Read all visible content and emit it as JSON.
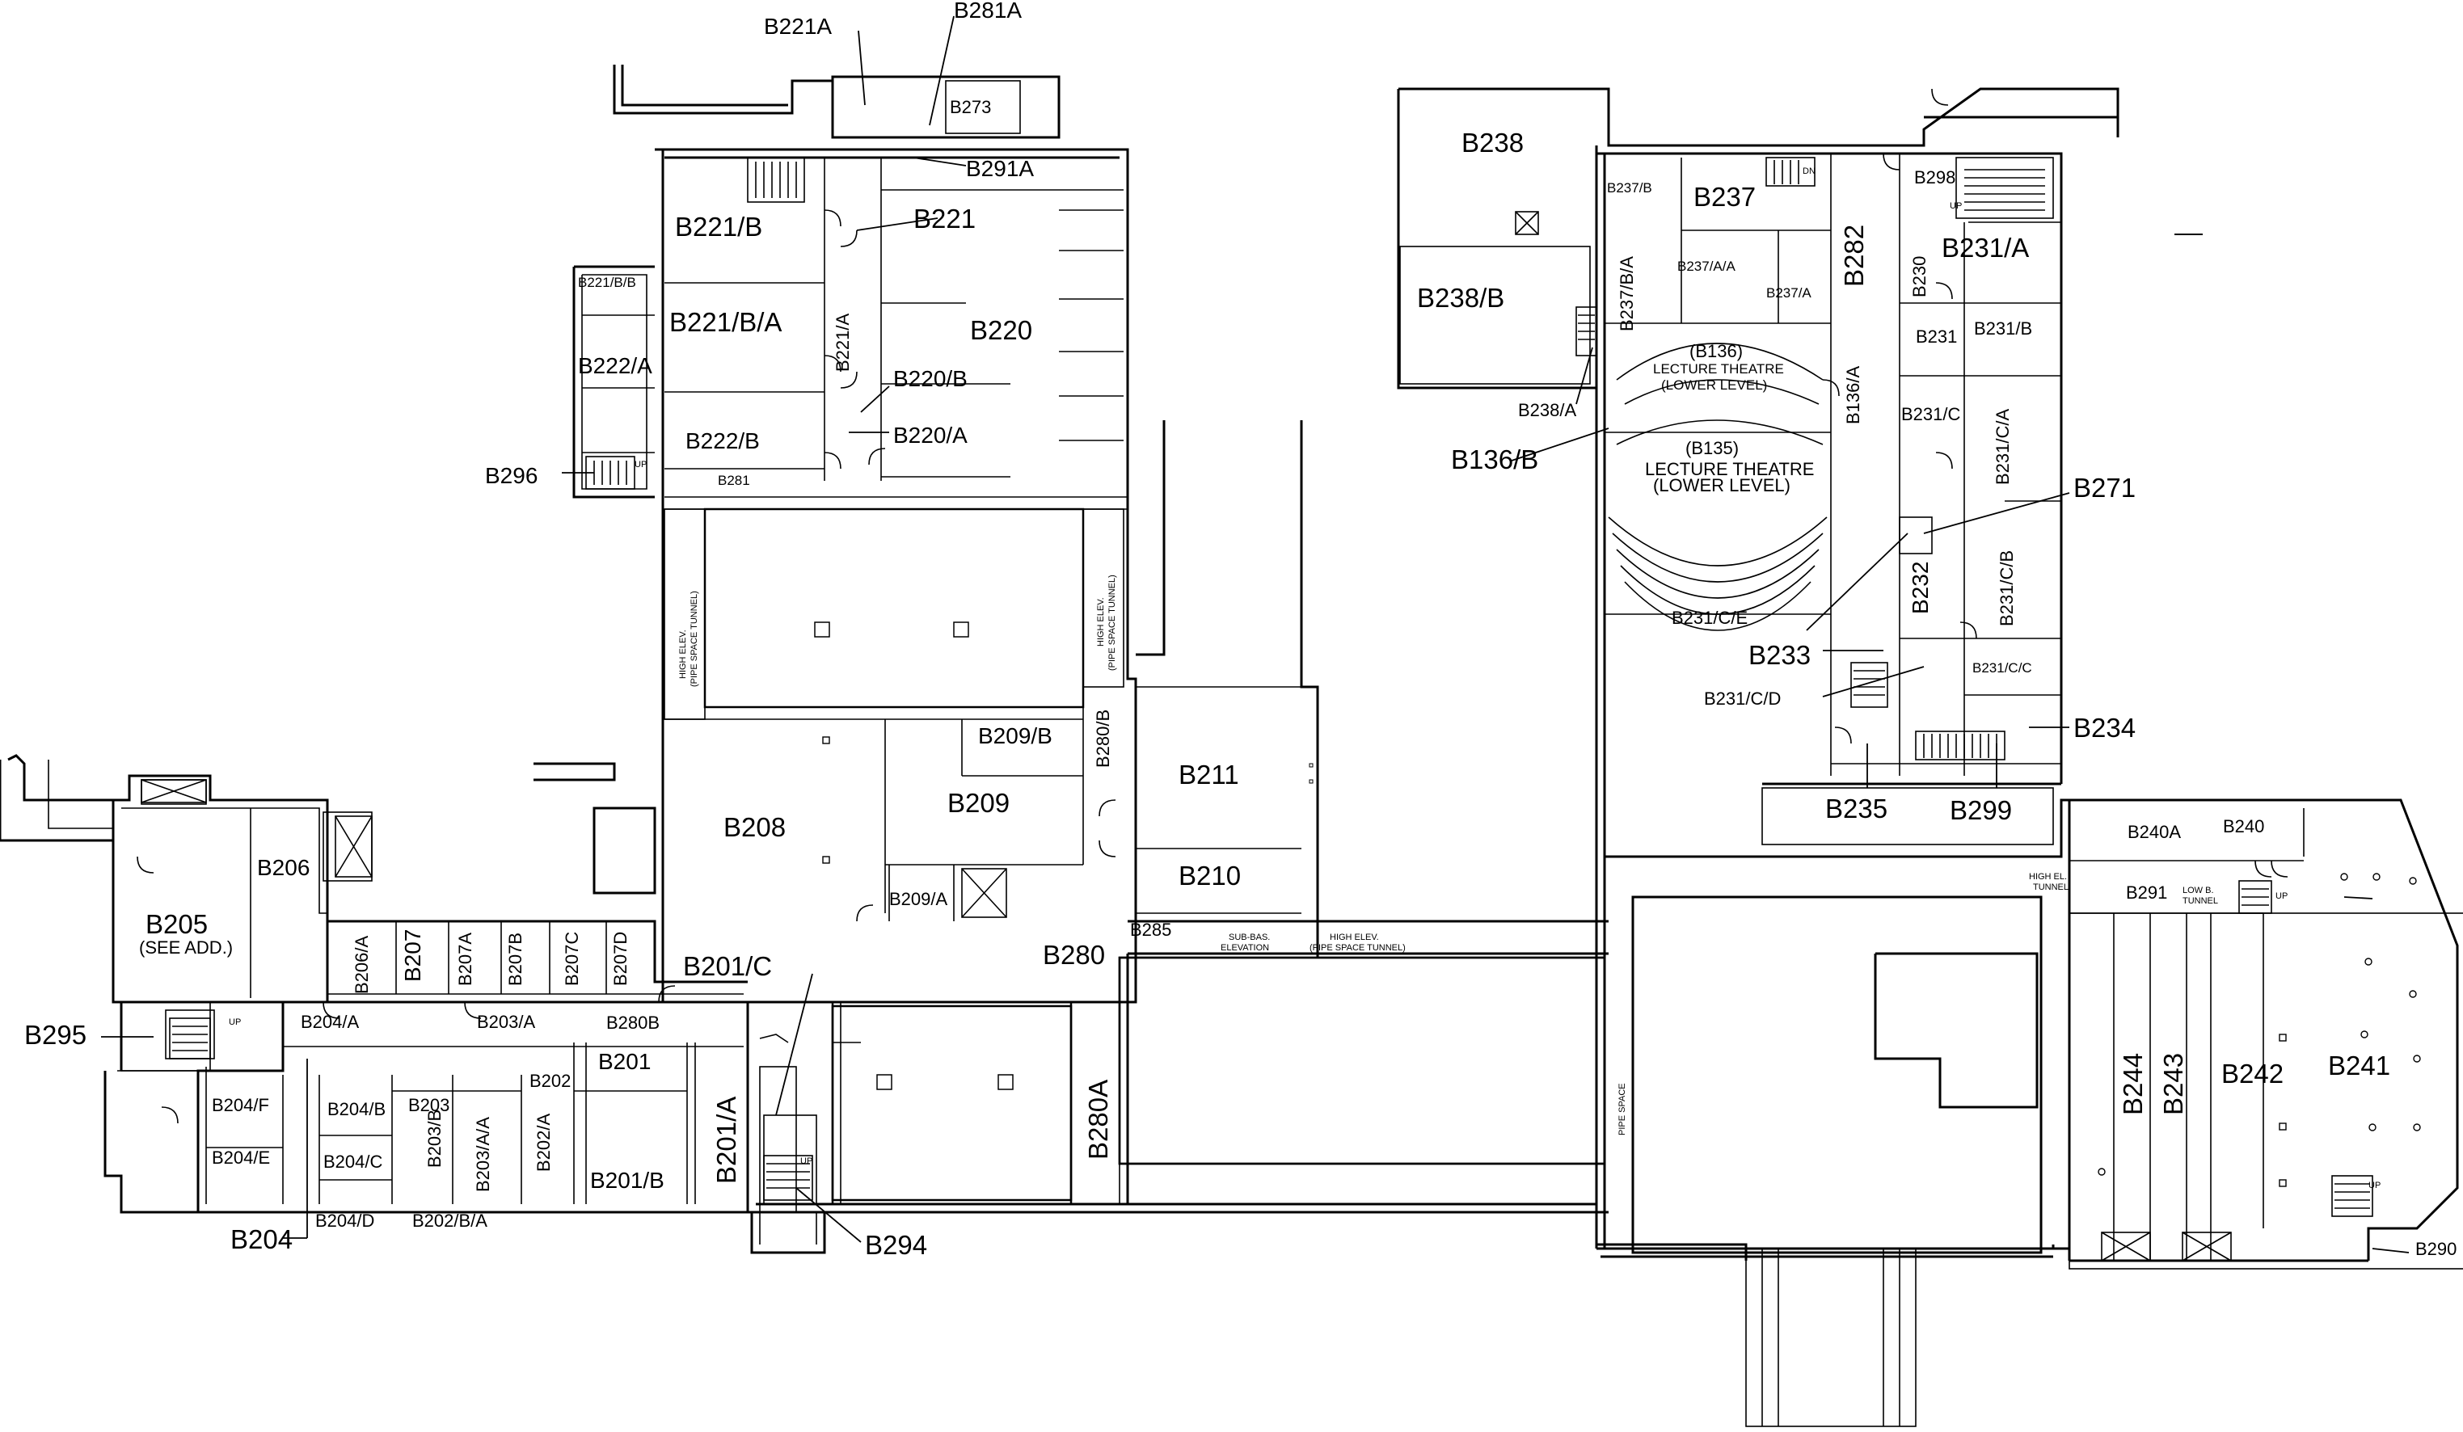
{
  "rooms": {
    "B221A": "B221A",
    "B281A": "B281A",
    "B273": "B273",
    "B291A": "B291A",
    "B221": "B221",
    "B221_B": "B221/B",
    "B221_B_B": "B221/B/B",
    "B221_B_A": "B221/B/A",
    "B222_A": "B222/A",
    "B222_B": "B222/B",
    "B221_A": "B221/A",
    "B220": "B220",
    "B220_B": "B220/B",
    "B220_A": "B220/A",
    "B281": "B281",
    "B296": "B296",
    "B238": "B238",
    "B238_B": "B238/B",
    "B238_A": "B238/A",
    "B237_B": "B237/B",
    "B237": "B237",
    "B237_B_A": "B237/B/A",
    "B237_A_A": "B237/A/A",
    "B237_A": "B237/A",
    "B282": "B282",
    "B298": "B298",
    "B231_A": "B231/A",
    "B230": "B230",
    "B231": "B231",
    "B231_B": "B231/B",
    "B136_A": "B136/A",
    "B136_label": "(B136)",
    "B136_line1": "LECTURE THEATRE",
    "B136_line2": "(LOWER LEVEL)",
    "B135_label": "(B135)",
    "B135_line1": "LECTURE THEATRE",
    "B135_line2": "(LOWER LEVEL)",
    "B136_B": "B136/B",
    "B231_C": "B231/C",
    "B231_C_A": "B231/C/A",
    "B271": "B271",
    "B232": "B232",
    "B231_C_B": "B231/C/B",
    "B231_C_E": "B231/C/E",
    "B233": "B233",
    "B231_C_C": "B231/C/C",
    "B231_C_D": "B231/C/D",
    "B234": "B234",
    "B235": "B235",
    "B299": "B299",
    "B209_B": "B209/B",
    "B280_B": "B280/B",
    "B211": "B211",
    "B208": "B208",
    "B209": "B209",
    "B210": "B210",
    "B209_A": "B209/A",
    "B201_C": "B201/C",
    "B280": "B280",
    "B285": "B285",
    "B205": "B205",
    "B205_note": "(SEE ADD.)",
    "B206": "B206",
    "B206_A": "B206/A",
    "B207": "B207",
    "B207A": "B207A",
    "B207B": "B207B",
    "B207C": "B207C",
    "B207D": "B207D",
    "B295": "B295",
    "B204_A": "B204/A",
    "B203_A": "B203/A",
    "B280B": "B280B",
    "B201": "B201",
    "B201_A": "B201/A",
    "B204_F": "B204/F",
    "B204_B": "B204/B",
    "B203": "B203",
    "B202": "B202",
    "B203_B": "B203/B",
    "B203_A_A": "B203/A/A",
    "B202_A": "B202/A",
    "B201_B": "B201/B",
    "B204_C": "B204/C",
    "B204_E": "B204/E",
    "B204_D": "B204/D",
    "B202_B_A": "B202/B/A",
    "B204": "B204",
    "B294": "B294",
    "B280A": "B280A",
    "B240A": "B240A",
    "B240": "B240",
    "B291": "B291",
    "B244": "B244",
    "B243": "B243",
    "B242": "B242",
    "B241": "B241",
    "B290": "B290"
  },
  "notes": {
    "pipe_tunnel_left_1": "HIGH ELEV.",
    "pipe_tunnel_left_2": "(PIPE SPACE TUNNEL)",
    "pipe_tunnel_right_1": "HIGH ELEV.",
    "pipe_tunnel_right_2": "(PIPE SPACE TUNNEL)",
    "subbas_1": "SUB-BAS.",
    "subbas_2": "ELEVATION",
    "high_elev_h1": "HIGH ELEV.",
    "high_elev_h2": "(PIPE SPACE TUNNEL)",
    "pipe_space": "PIPE SPACE",
    "high_el_tunnel_1": "HIGH EL.",
    "high_el_tunnel_2": "TUNNEL",
    "low_b_tunnel_1": "LOW B.",
    "low_b_tunnel_2": "TUNNEL",
    "up": "UP",
    "dn": "DN"
  }
}
